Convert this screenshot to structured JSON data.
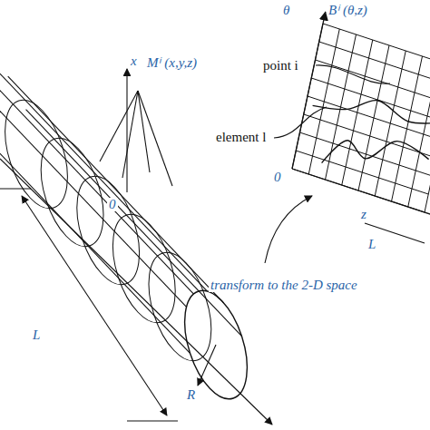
{
  "diagram": {
    "labels": [
      "x",
      "Mⁱ (x,y,z)",
      "0",
      "L",
      "R",
      "θ",
      "Bⁱ (θ,z)",
      "point i",
      "element l",
      "0",
      "z",
      "L",
      "transform to the 2-D space"
    ]
  }
}
